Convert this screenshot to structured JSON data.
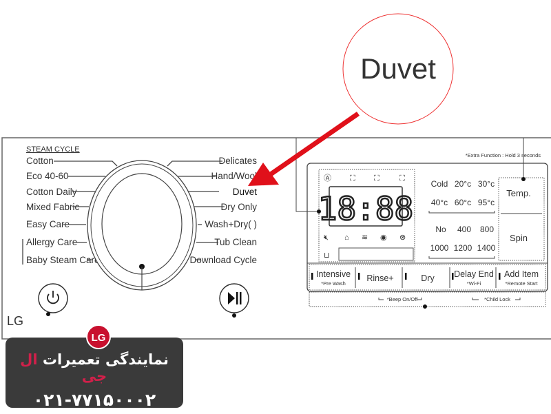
{
  "callout": {
    "label": "Duvet",
    "color": "#e0101a"
  },
  "panel": {
    "section_label": "STEAM CYCLE",
    "left_programs": [
      "Cotton",
      "Eco 40-60",
      "Cotton Daily",
      "Mixed Fabric",
      "Easy Care",
      "Allergy Care",
      "Baby Steam Care"
    ],
    "right_programs": [
      "Delicates",
      "Hand/Wool",
      "Duvet",
      "Dry Only",
      "Wash+Dry(    )",
      "Tub Clean",
      "Download Cycle"
    ],
    "brand": "LG",
    "extra_function_note": "*Extra Function : Hold 3 seconds",
    "display_digits": "18:88",
    "temp_options": [
      "Cold",
      "20°c",
      "30°c",
      "40°c",
      "60°c",
      "95°c"
    ],
    "spin_options": [
      "No",
      "400",
      "800",
      "1000",
      "1200",
      "1400"
    ],
    "temp_button": "Temp.",
    "spin_button": "Spin",
    "option_buttons": [
      {
        "label": "Intensive",
        "sub": "*Pre Wash"
      },
      {
        "label": "Rinse+",
        "sub": ""
      },
      {
        "label": "Dry",
        "sub": ""
      },
      {
        "label": "Delay End",
        "sub": "*Wi-Fi"
      },
      {
        "label": "Add Item",
        "sub": "*Remote Start"
      }
    ],
    "beep_label": "*Beep On/Off",
    "child_lock_label": "*Child Lock"
  },
  "banner": {
    "title_white": "نمایندگی تعمیرات",
    "title_red": "ال جی",
    "phone": "۰۲۱-۷۷۱۵۰۰۰۲",
    "logo_text": "LG",
    "accent": "#d1204a"
  }
}
